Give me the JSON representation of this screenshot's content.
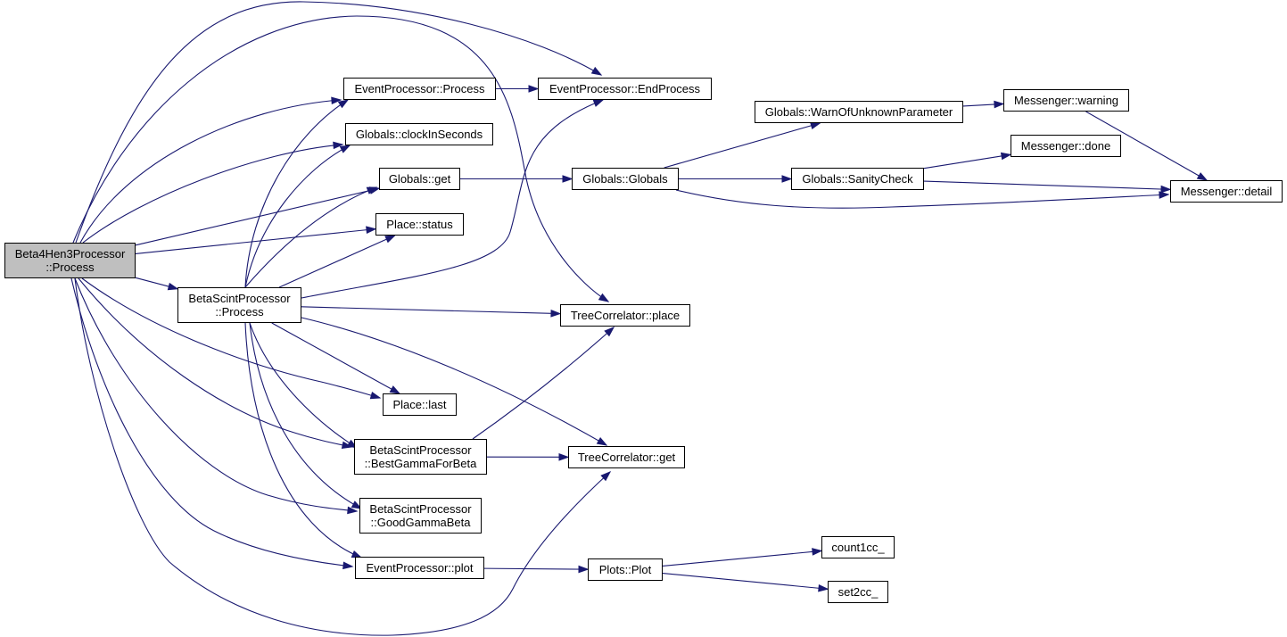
{
  "diagram": {
    "edge_color": "#191970",
    "root_fill": "#bfbfbf",
    "nodes": [
      {
        "id": "root",
        "lines": [
          "Beta4Hen3Processor",
          "::Process"
        ]
      },
      {
        "id": "ep_process",
        "lines": [
          "EventProcessor::Process"
        ]
      },
      {
        "id": "ep_endprocess",
        "lines": [
          "EventProcessor::EndProcess"
        ]
      },
      {
        "id": "g_clock",
        "lines": [
          "Globals::clockInSeconds"
        ]
      },
      {
        "id": "g_get",
        "lines": [
          "Globals::get"
        ]
      },
      {
        "id": "place_status",
        "lines": [
          "Place::status"
        ]
      },
      {
        "id": "bsp_process",
        "lines": [
          "BetaScintProcessor",
          "::Process"
        ]
      },
      {
        "id": "place_last",
        "lines": [
          "Place::last"
        ]
      },
      {
        "id": "bsp_best",
        "lines": [
          "BetaScintProcessor",
          "::BestGammaForBeta"
        ]
      },
      {
        "id": "bsp_good",
        "lines": [
          "BetaScintProcessor",
          "::GoodGammaBeta"
        ]
      },
      {
        "id": "ep_plot",
        "lines": [
          "EventProcessor::plot"
        ]
      },
      {
        "id": "g_globals",
        "lines": [
          "Globals::Globals"
        ]
      },
      {
        "id": "tc_place",
        "lines": [
          "TreeCorrelator::place"
        ]
      },
      {
        "id": "tc_get",
        "lines": [
          "TreeCorrelator::get"
        ]
      },
      {
        "id": "plots_plot",
        "lines": [
          "Plots::Plot"
        ]
      },
      {
        "id": "g_warn",
        "lines": [
          "Globals::WarnOfUnknownParameter"
        ]
      },
      {
        "id": "g_sanity",
        "lines": [
          "Globals::SanityCheck"
        ]
      },
      {
        "id": "m_warning",
        "lines": [
          "Messenger::warning"
        ]
      },
      {
        "id": "m_done",
        "lines": [
          "Messenger::done"
        ]
      },
      {
        "id": "m_detail",
        "lines": [
          "Messenger::detail"
        ]
      },
      {
        "id": "count1cc",
        "lines": [
          "count1cc_"
        ]
      },
      {
        "id": "set2cc",
        "lines": [
          "set2cc_"
        ]
      }
    ],
    "edges": [
      {
        "from": "root",
        "to": "ep_process"
      },
      {
        "from": "root",
        "to": "ep_endprocess"
      },
      {
        "from": "root",
        "to": "g_clock"
      },
      {
        "from": "root",
        "to": "g_get"
      },
      {
        "from": "root",
        "to": "place_status"
      },
      {
        "from": "root",
        "to": "bsp_process"
      },
      {
        "from": "root",
        "to": "place_last"
      },
      {
        "from": "root",
        "to": "bsp_best"
      },
      {
        "from": "root",
        "to": "bsp_good"
      },
      {
        "from": "root",
        "to": "ep_plot"
      },
      {
        "from": "root",
        "to": "tc_place"
      },
      {
        "from": "root",
        "to": "tc_get"
      },
      {
        "from": "ep_process",
        "to": "ep_endprocess"
      },
      {
        "from": "g_get",
        "to": "g_globals"
      },
      {
        "from": "g_globals",
        "to": "g_warn"
      },
      {
        "from": "g_globals",
        "to": "g_sanity"
      },
      {
        "from": "g_globals",
        "to": "m_detail"
      },
      {
        "from": "g_warn",
        "to": "m_warning"
      },
      {
        "from": "m_warning",
        "to": "m_detail"
      },
      {
        "from": "g_sanity",
        "to": "m_done"
      },
      {
        "from": "g_sanity",
        "to": "m_detail"
      },
      {
        "from": "bsp_process",
        "to": "ep_process"
      },
      {
        "from": "bsp_process",
        "to": "ep_endprocess"
      },
      {
        "from": "bsp_process",
        "to": "g_clock"
      },
      {
        "from": "bsp_process",
        "to": "g_get"
      },
      {
        "from": "bsp_process",
        "to": "place_status"
      },
      {
        "from": "bsp_process",
        "to": "tc_place"
      },
      {
        "from": "bsp_process",
        "to": "place_last"
      },
      {
        "from": "bsp_process",
        "to": "bsp_best"
      },
      {
        "from": "bsp_process",
        "to": "bsp_good"
      },
      {
        "from": "bsp_process",
        "to": "tc_get"
      },
      {
        "from": "bsp_process",
        "to": "ep_plot"
      },
      {
        "from": "bsp_best",
        "to": "tc_place"
      },
      {
        "from": "bsp_best",
        "to": "tc_get"
      },
      {
        "from": "ep_plot",
        "to": "plots_plot"
      },
      {
        "from": "plots_plot",
        "to": "count1cc"
      },
      {
        "from": "plots_plot",
        "to": "set2cc"
      }
    ]
  }
}
